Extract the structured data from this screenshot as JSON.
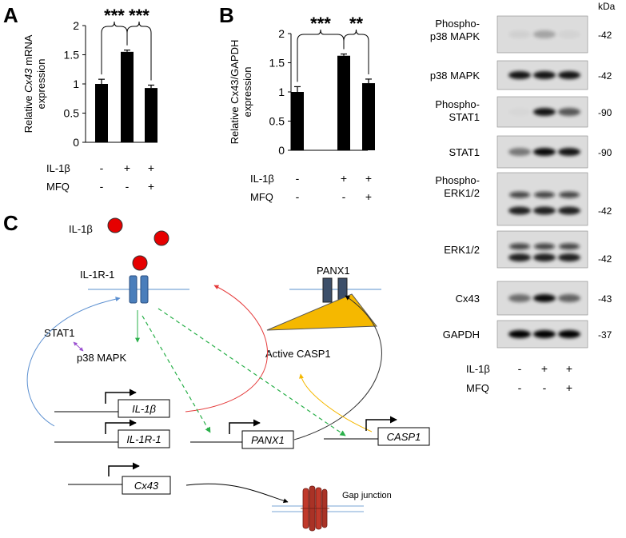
{
  "panels": {
    "A": "A",
    "B": "B",
    "C": "C"
  },
  "colors": {
    "bar": "#000000",
    "receptor": "#4a7ebb",
    "pannexin": "#3c4f6a",
    "ligand": "#e60000",
    "triangle": "#f5b800",
    "arrow_blue": "#5b8fd0",
    "arrow_red": "#e53b3b",
    "arrow_green": "#2ab04a",
    "arrow_yellow": "#f5b800",
    "arrow_purple": "#9a4fd0",
    "gap_junction": "#c0392b",
    "membrane": "#7aa6d6"
  },
  "chart_data": [
    {
      "type": "bar",
      "panel": "A",
      "ylabel_prefix": "Relative ",
      "ylabel_gene": "Cx43",
      "ylabel_suffix": " mRNA",
      "ylabel_line2": "expression",
      "ylim": [
        0,
        2
      ],
      "yticks": [
        "0",
        "0.5",
        "1",
        "1.5",
        "2"
      ],
      "values": [
        1.0,
        1.55,
        0.93
      ],
      "errors": [
        0.08,
        0.03,
        0.05
      ],
      "significance": [
        "***",
        "***"
      ],
      "conditions": [
        {
          "label": "IL-1β",
          "values": [
            "-",
            "+",
            "+"
          ]
        },
        {
          "label": "MFQ",
          "values": [
            "-",
            "-",
            "+"
          ]
        }
      ]
    },
    {
      "type": "bar",
      "panel": "B",
      "ylabel_line1": "Relative Cx43/GAPDH",
      "ylabel_line2": "expression",
      "ylim": [
        0,
        2
      ],
      "yticks": [
        "0",
        "0.5",
        "1",
        "1.5",
        "2"
      ],
      "values": [
        1.0,
        1.62,
        1.15
      ],
      "errors": [
        0.09,
        0.03,
        0.07
      ],
      "significance": [
        "***",
        "**"
      ],
      "conditions": [
        {
          "label": "IL-1β",
          "values": [
            "-",
            "+",
            "+"
          ]
        },
        {
          "label": "MFQ",
          "values": [
            "-",
            "-",
            "+"
          ]
        }
      ]
    }
  ],
  "blots": {
    "unit": "kDa",
    "lanes": [
      {
        "label": "IL-1β",
        "values": [
          "-",
          "+",
          "+"
        ]
      },
      {
        "label": "MFQ",
        "values": [
          "-",
          "-",
          "+"
        ]
      }
    ],
    "rows": [
      {
        "label1": "Phospho-",
        "label2": "p38 MAPK",
        "kda": "-42",
        "bands": [
          0.05,
          0.25,
          0.04
        ]
      },
      {
        "label1": "",
        "label2": "p38 MAPK",
        "kda": "-42",
        "bands": [
          0.9,
          0.9,
          0.9
        ]
      },
      {
        "label1": "Phospho-",
        "label2": "STAT1",
        "kda": "-90",
        "bands": [
          0.02,
          0.9,
          0.6
        ]
      },
      {
        "label1": "",
        "label2": "STAT1",
        "kda": "-90",
        "bands": [
          0.45,
          0.95,
          0.9
        ]
      },
      {
        "label1": "Phospho-",
        "label2": "ERK1/2",
        "kda": "-42",
        "bands": [
          0.85,
          0.85,
          0.85
        ]
      },
      {
        "label1": "",
        "label2": "ERK1/2",
        "kda": "-42",
        "bands": [
          0.85,
          0.85,
          0.85
        ]
      },
      {
        "label1": "",
        "label2": "Cx43",
        "kda": "-43",
        "bands": [
          0.5,
          0.95,
          0.55
        ]
      },
      {
        "label1": "",
        "label2": "GAPDH",
        "kda": "-37",
        "bands": [
          1.0,
          1.0,
          1.0
        ]
      }
    ]
  },
  "diagram": {
    "il1b": "IL-1β",
    "il1r1": "IL-1R-1",
    "panx1": "PANX1",
    "stat1": "STAT1",
    "p38": "p38 MAPK",
    "active_casp1": "Active CASP1",
    "genes": {
      "il1b": "IL-1β",
      "il1r1": "IL-1R-1",
      "panx1": "PANX1",
      "casp1": "CASP1",
      "cx43": "Cx43"
    },
    "gap_junction": "Gap junction"
  }
}
